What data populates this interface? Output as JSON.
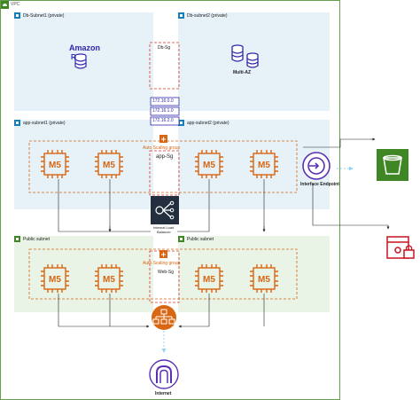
{
  "vpc": {
    "label": "VPC"
  },
  "subnets": {
    "db1": "Db-Subnet1 (private)",
    "db2": "Db-subnet2 (private)",
    "app1": "app-subnet1 (private)",
    "app2": "app-subnet2 (private)",
    "pub1": "Public subnet",
    "pub2": "Public subnet"
  },
  "security_groups": {
    "db": "Db-Sg",
    "app": "app-Sg",
    "web": "Web-Sg"
  },
  "autoscaling": {
    "app": "Auto Scaling group",
    "web": "Auto Scaling group"
  },
  "rds": {
    "logo_top": "Amazon",
    "logo_bottom": "RDS",
    "multi_az": "Multi-AZ"
  },
  "cidrs": [
    "172.16.0.0",
    "172.16.1.0",
    "172.16.2.0"
  ],
  "instance_label": "M5",
  "load_balancer": {
    "label_line1": "Internal Load",
    "label_line2": "Balancer"
  },
  "endpoint": {
    "label": "Interface Endpoint"
  },
  "internet": {
    "label": "Internet"
  },
  "colors": {
    "private_subnet": "#e6f2f8",
    "public_subnet": "#e9f3e6",
    "aws_orange": "#d86613",
    "sg_red": "#dd3522",
    "rds_blue": "#2e27ad",
    "s3_green": "#3f8624",
    "lb_dark": "#232f3e",
    "secret_red": "#c7131f",
    "vpc_green": "#3f8624"
  },
  "icons": [
    "vpc-icon",
    "rds-icon",
    "multi-az-icon",
    "m5-instance-icon",
    "autoscaling-icon",
    "load-balancer-icon",
    "interface-endpoint-icon",
    "s3-bucket-icon",
    "secrets-manager-icon",
    "nat-gateway-icon",
    "internet-gateway-icon"
  ]
}
